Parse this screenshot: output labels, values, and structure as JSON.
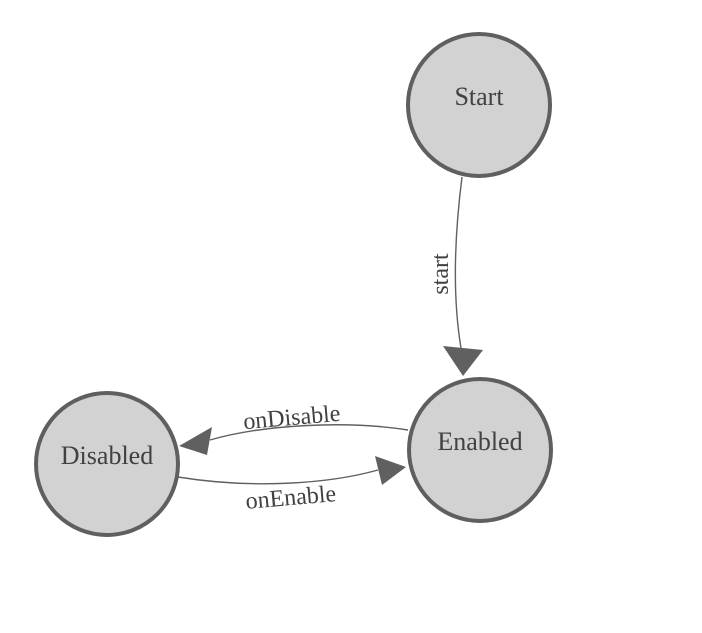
{
  "diagram": {
    "nodes": [
      {
        "id": "Start",
        "label": "Start"
      },
      {
        "id": "Enabled",
        "label": "Enabled"
      },
      {
        "id": "Disabled",
        "label": "Disabled"
      }
    ],
    "edges": [
      {
        "from": "Start",
        "to": "Enabled",
        "label": "start"
      },
      {
        "from": "Enabled",
        "to": "Disabled",
        "label": "onDisable"
      },
      {
        "from": "Disabled",
        "to": "Enabled",
        "label": "onEnable"
      }
    ],
    "colors": {
      "background": "#ffffff",
      "node_fill": "#d2d2d2",
      "node_stroke": "#5f5f5f",
      "edge": "#606060",
      "label_text": "#414141"
    }
  }
}
